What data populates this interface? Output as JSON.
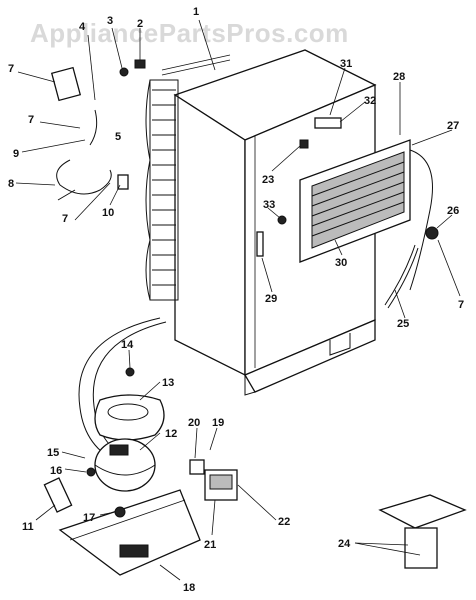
{
  "watermark": "AppliancePartsPros.com",
  "callouts": {
    "c1": "1",
    "c2": "2",
    "c3": "3",
    "c4": "4",
    "c5": "5",
    "c7a": "7",
    "c7b": "7",
    "c7c": "7",
    "c7d": "7",
    "c8": "8",
    "c9": "9",
    "c10": "10",
    "c11": "11",
    "c12": "12",
    "c13": "13",
    "c14": "14",
    "c15": "15",
    "c16": "16",
    "c17": "17",
    "c18": "18",
    "c19": "19",
    "c20": "20",
    "c21": "21",
    "c22": "22",
    "c23": "23",
    "c24": "24",
    "c25": "25",
    "c26": "26",
    "c27": "27",
    "c28": "28",
    "c29": "29",
    "c30": "30",
    "c31": "31",
    "c32": "32",
    "c33": "33"
  }
}
